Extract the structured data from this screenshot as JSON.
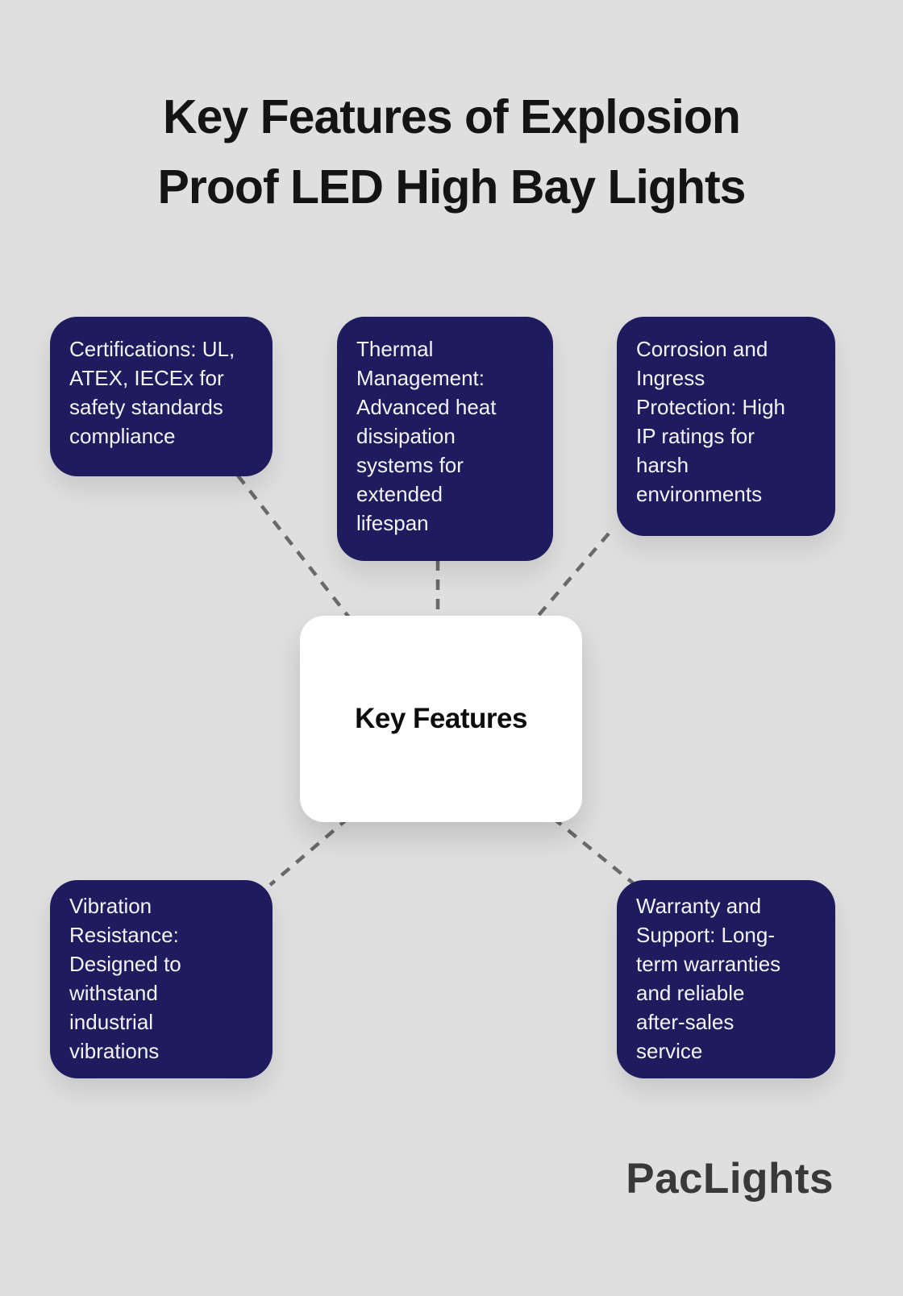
{
  "title": "Key Features of Explosion\nProof LED High Bay Lights",
  "center": {
    "label": "Key Features"
  },
  "features": [
    {
      "id": "certifications",
      "text": "Certifications: UL,\nATEX, IECEx for\nsafety standards\ncompliance"
    },
    {
      "id": "thermal",
      "text": "Thermal\nManagement:\nAdvanced heat\ndissipation\nsystems for\nextended\nlifespan"
    },
    {
      "id": "corrosion",
      "text": "Corrosion and\nIngress\nProtection: High\nIP ratings for\nharsh\nenvironments"
    },
    {
      "id": "vibration",
      "text": "Vibration\nResistance:\nDesigned to\nwithstand\nindustrial\nvibrations"
    },
    {
      "id": "warranty",
      "text": "Warranty and\nSupport: Long-\nterm warranties\nand reliable\nafter-sales\nservice"
    }
  ],
  "brand": {
    "name": "PacLights"
  },
  "colors": {
    "background": "#dedfde",
    "node": "#1e1b5e",
    "node_text": "#f4f3f7",
    "center_bg": "#ffffff",
    "center_text": "#0d0d0d",
    "connector": "#696969",
    "title": "#141414",
    "brand": "#3a3839"
  }
}
